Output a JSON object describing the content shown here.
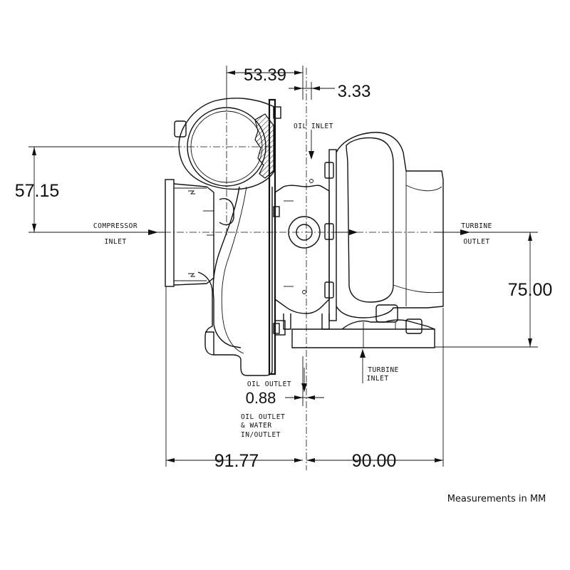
{
  "dimensions": {
    "d1": "53.39",
    "d2": "3.33",
    "d3": "57.15",
    "d4": "75.00",
    "d5": "0.88",
    "d6": "91.77",
    "d7": "90.00"
  },
  "labels": {
    "compressor_inlet": [
      "COMPRESSOR",
      "INLET"
    ],
    "oil_inlet": "OIL INLET",
    "turbine_outlet": [
      "TURBINE",
      "OUTLET"
    ],
    "turbine_inlet": [
      "TURBINE",
      "INLET"
    ],
    "oil_outlet": "OIL OUTLET",
    "oil_outlet_water": [
      "OIL OUTLET",
      "& WATER",
      "IN/OUTLET"
    ]
  },
  "footnote": "Measurements in MM"
}
